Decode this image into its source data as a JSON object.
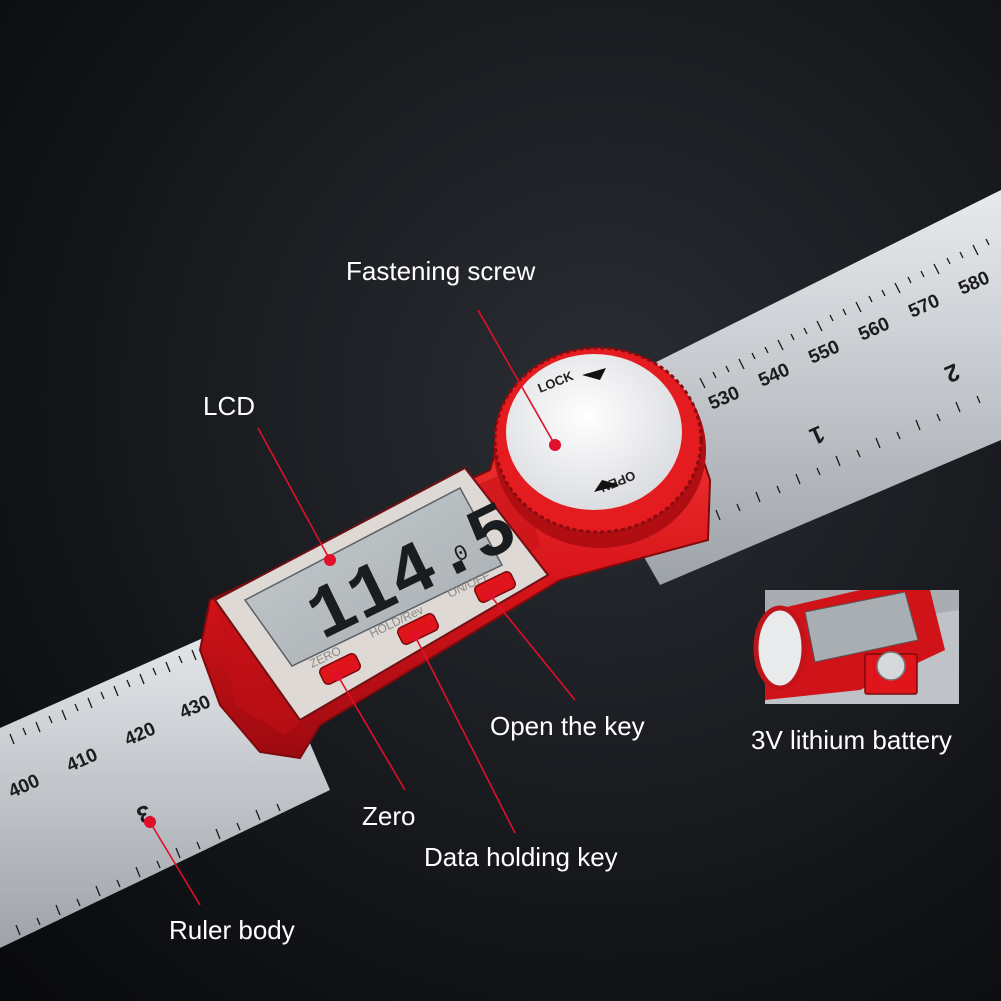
{
  "labels": {
    "fastening_screw": "Fastening screw",
    "lcd": "LCD",
    "open_key": "Open the key",
    "zero": "Zero",
    "data_holding_key": "Data holding key",
    "ruler_body": "Ruler body",
    "battery": "3V lithium battery"
  },
  "lcd_reading": {
    "value": "114.5",
    "unit": "0"
  },
  "buttons": {
    "zero": "ZERO",
    "hold": "HOLD/Rev",
    "onoff": "ON/OFF"
  },
  "dial": {
    "lock": "LOCK",
    "open": "OPEN"
  },
  "ruler_upper": {
    "numbers": [
      "530",
      "540",
      "550",
      "560",
      "570",
      "580"
    ],
    "big_marks": [
      "1",
      "2"
    ]
  },
  "ruler_lower": {
    "numbers": [
      "400",
      "410",
      "420",
      "430"
    ],
    "big_marks": [
      "3"
    ]
  },
  "colors": {
    "red": "#d8141a",
    "steel": "#c9cdd2",
    "background": "#111317",
    "marker": "#e0102a"
  }
}
